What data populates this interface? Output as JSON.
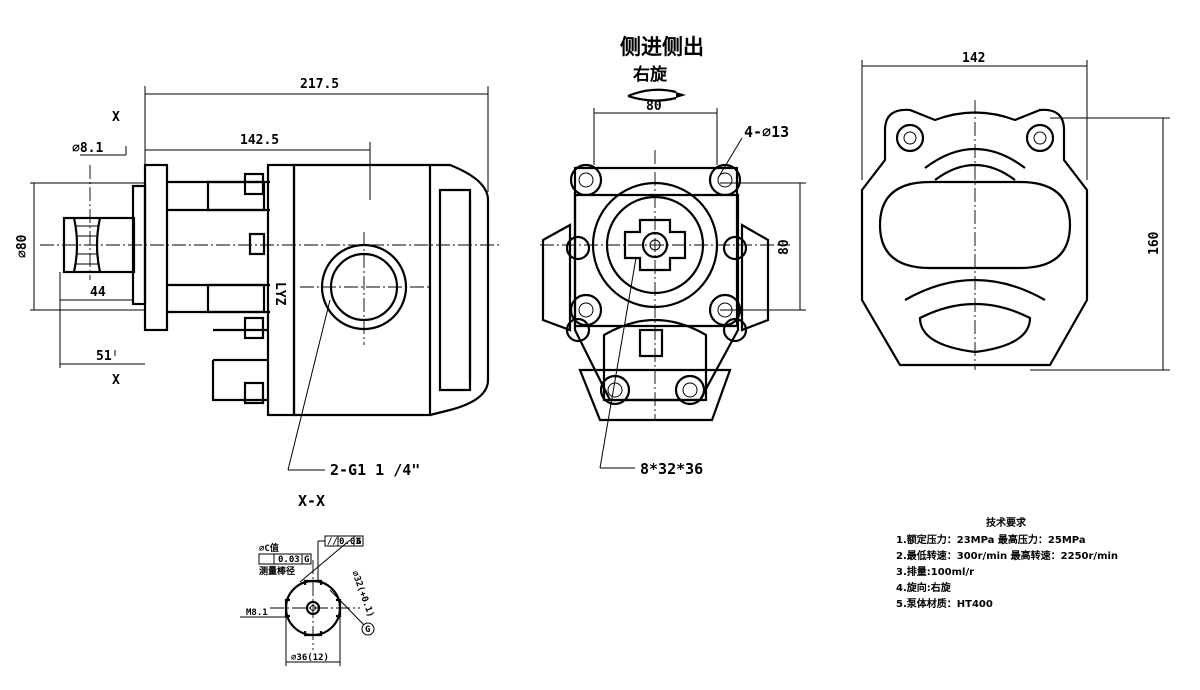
{
  "views": {
    "side": {
      "dim_total_length": "217.5",
      "dim_mount_length": "142.5",
      "dim_key": "⌀8.1",
      "dim_diameter": "⌀80",
      "dim_shaft_44": "44",
      "dim_shaft_51": "51",
      "section_mark_top": "X",
      "section_mark_bottom": "X",
      "body_mark": "LYZ",
      "port_label": "2-G1 1 /4\""
    },
    "front": {
      "heading": "侧进侧出",
      "rotation": "右旋",
      "dim_bolt_width": "80",
      "dim_bolt_height": "80",
      "holes": "4-⌀13",
      "spline": "8*32*36"
    },
    "rear": {
      "dim_width": "142",
      "dim_height": "160"
    },
    "section": {
      "title": "X-X",
      "tol_1_label": "⌀C值",
      "tol_1_value": "0.03",
      "tol_1_datum": "G",
      "tol_1_sub": "测量棒径",
      "tol_2_value": "0.03",
      "tol_2_datum": "G",
      "dim_angle": "⌀32(+0.1)",
      "dim_side": "M8.1",
      "dim_bottom": "⌀36(12)",
      "datum_mark": "G"
    }
  },
  "tech": {
    "title": "技术要求",
    "items": [
      "1.额定压力：23MPa 最高压力：25MPa",
      "2.最低转速：300r/min 最高转速：2250r/min",
      "3.排量:100ml/r",
      "4.旋向:右旋",
      "5.泵体材质：HT400"
    ]
  }
}
